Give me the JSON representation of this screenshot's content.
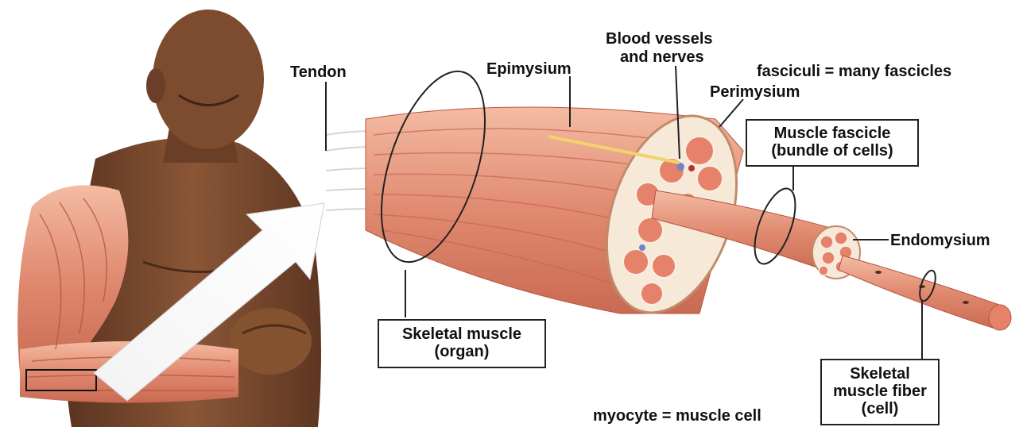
{
  "labels": {
    "tendon": "Tendon",
    "epimysium": "Epimysium",
    "blood_vessels_line1": "Blood vessels",
    "blood_vessels_line2": "and nerves",
    "fasciculi_note": "fasciculi = many fascicles",
    "perimysium": "Perimysium",
    "endomysium": "Endomysium",
    "myocyte_note": "myocyte = muscle cell"
  },
  "boxes": {
    "muscle_fascicle": [
      "Muscle fascicle",
      "(bundle of cells)"
    ],
    "skeletal_muscle": [
      "Skeletal muscle",
      "(organ)"
    ],
    "skeletal_fiber": [
      "Skeletal",
      "muscle fiber",
      "(cell)"
    ]
  },
  "colors": {
    "muscle": "#e08a70",
    "muscle_dark": "#b9543f",
    "muscle_light": "#f1b49c",
    "skin": "#7a4a2e",
    "skin_dark": "#4e2d1a",
    "sheath": "#f6e9d8",
    "outline": "#222222"
  }
}
